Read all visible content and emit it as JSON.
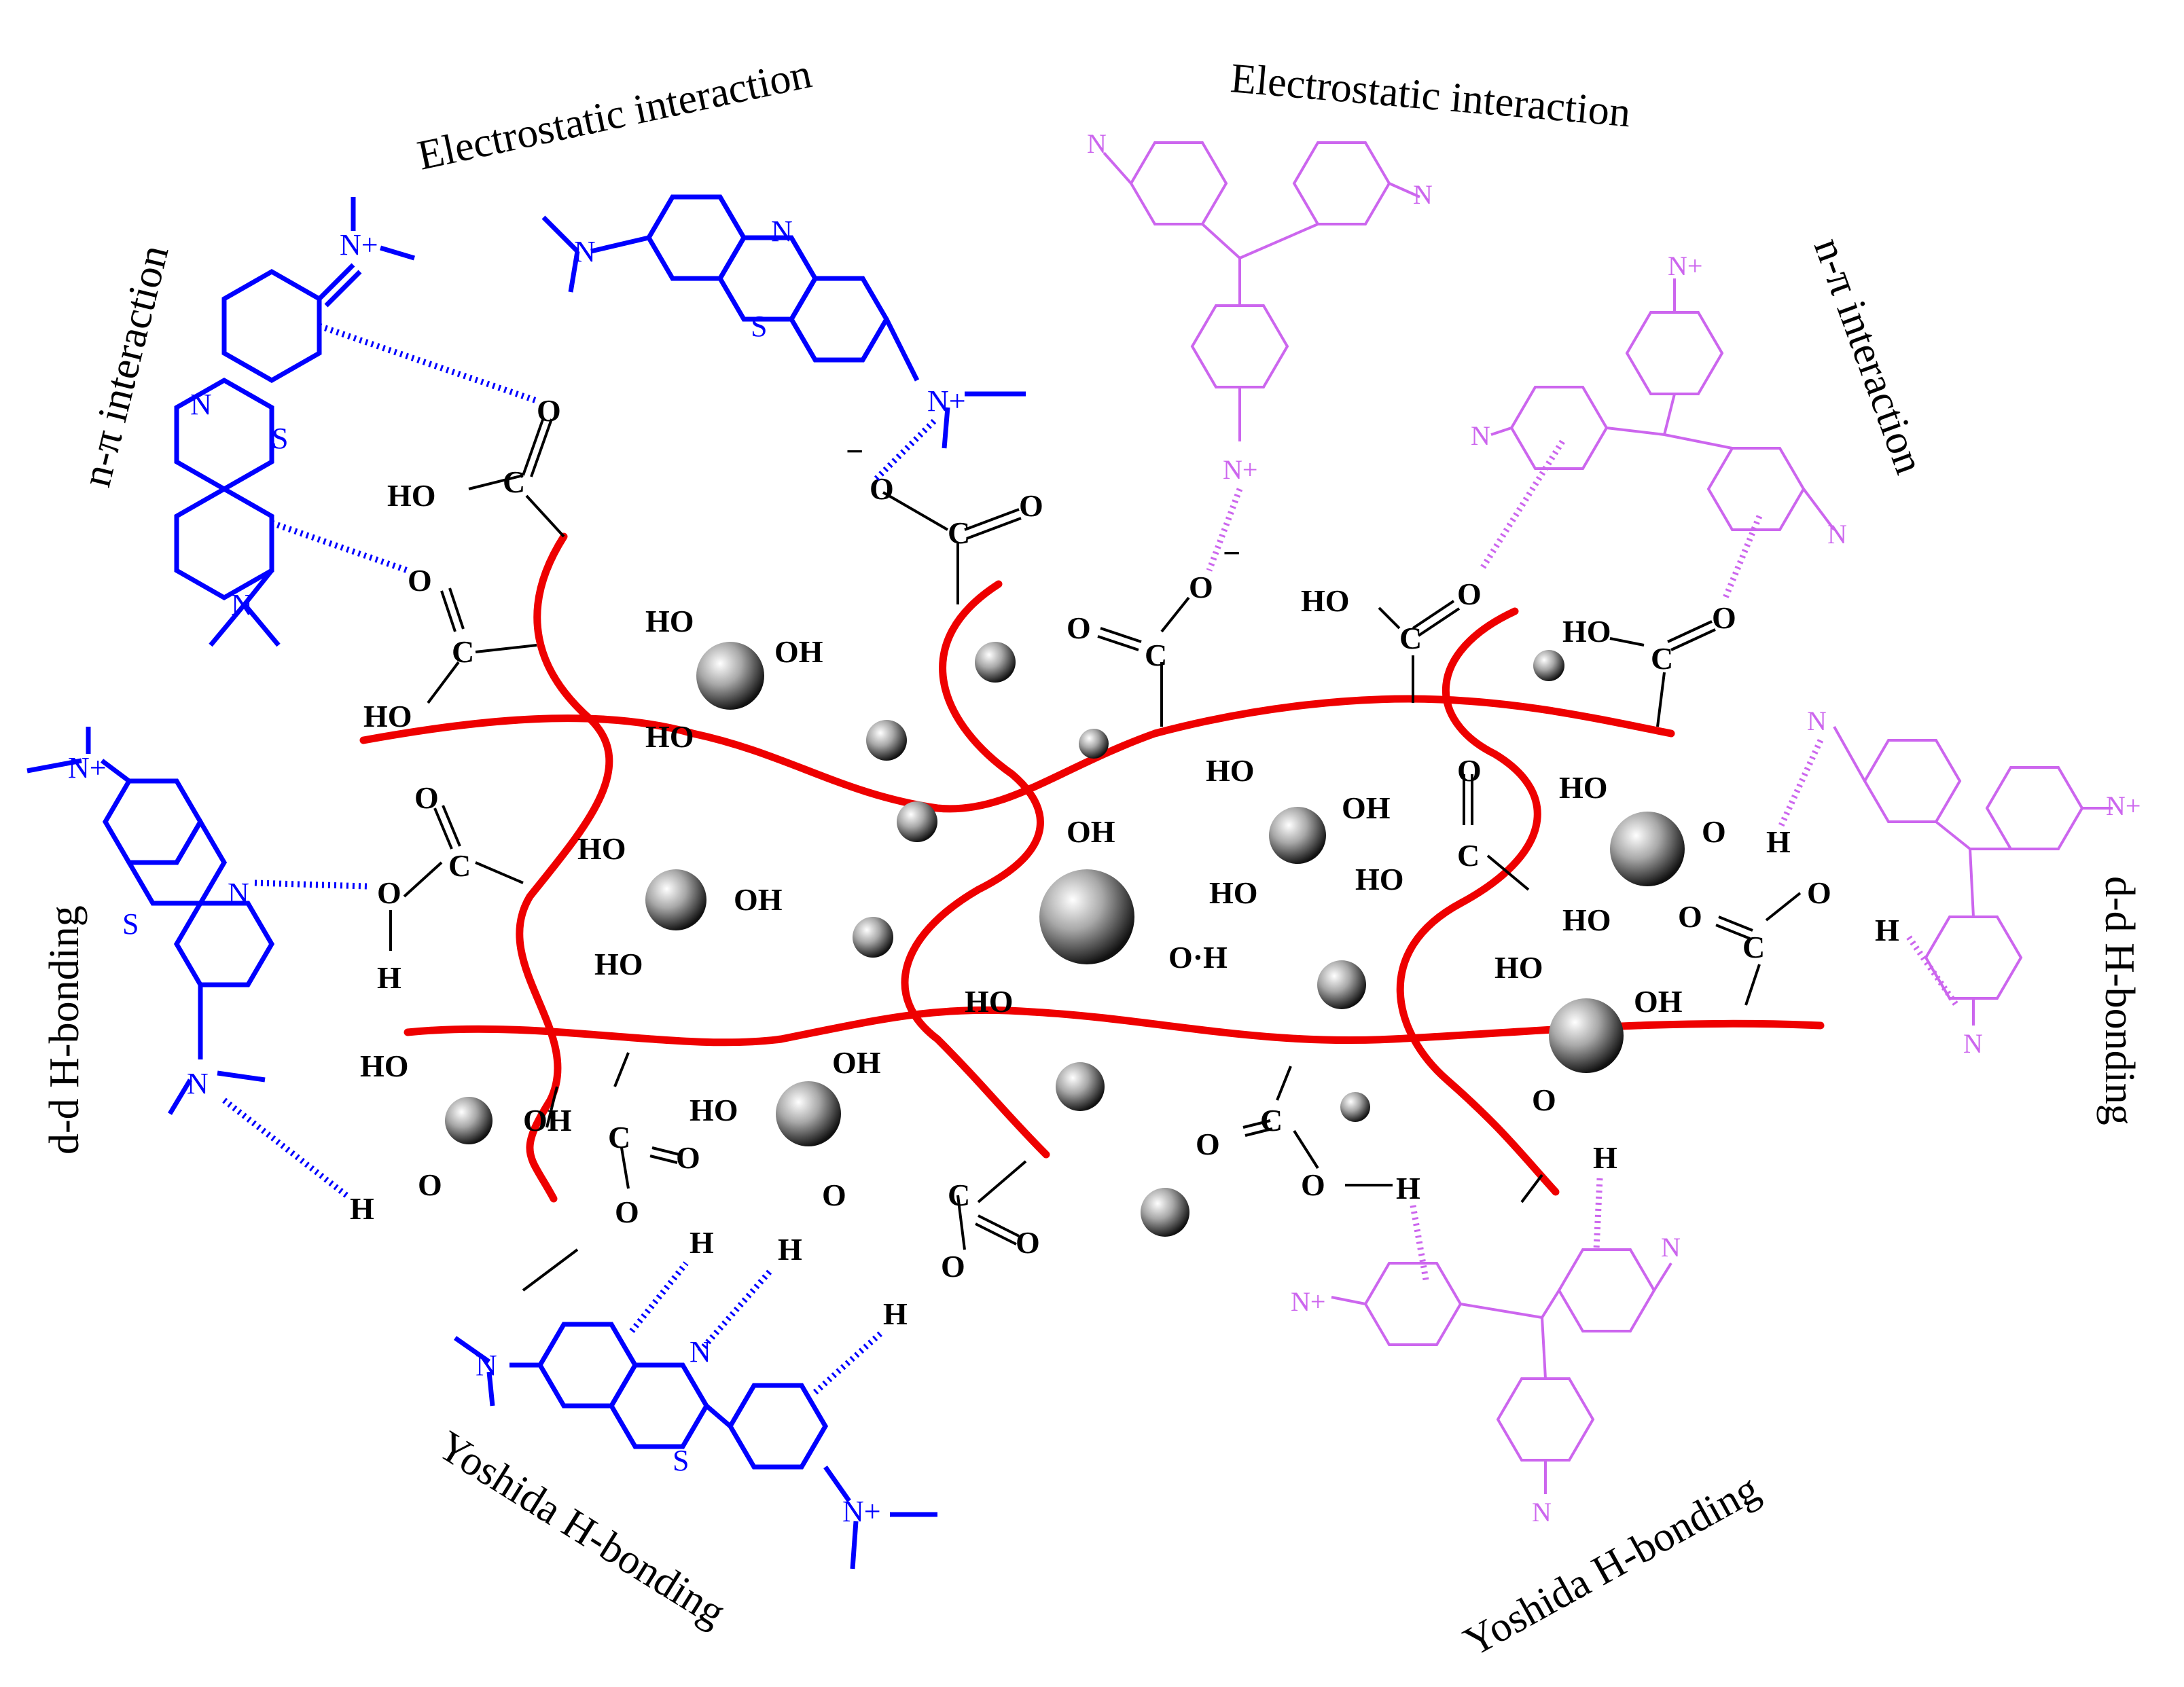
{
  "labels": {
    "electrostatic_left": "Electrostatic interaction",
    "electrostatic_right": "Electrostatic interaction",
    "npi_left": "n-π interaction",
    "npi_right": "n-π interaction",
    "dd_left": "d-d H-bonding",
    "dd_right": "d-d H-bonding",
    "yoshida_left": "Yoshida H-bonding",
    "yoshida_right": "Yoshida H-bonding"
  },
  "chem": {
    "ho": "HO",
    "oh": "OH",
    "o": "O",
    "c": "C",
    "h": "H",
    "n": "N",
    "s": "S",
    "n_plus": "N+",
    "minus": "−",
    "oh_dot": "O·H"
  },
  "colors": {
    "chain": "#ee0000",
    "methylene_blue": "#0000ff",
    "crystal_violet": "#cc66ee"
  }
}
